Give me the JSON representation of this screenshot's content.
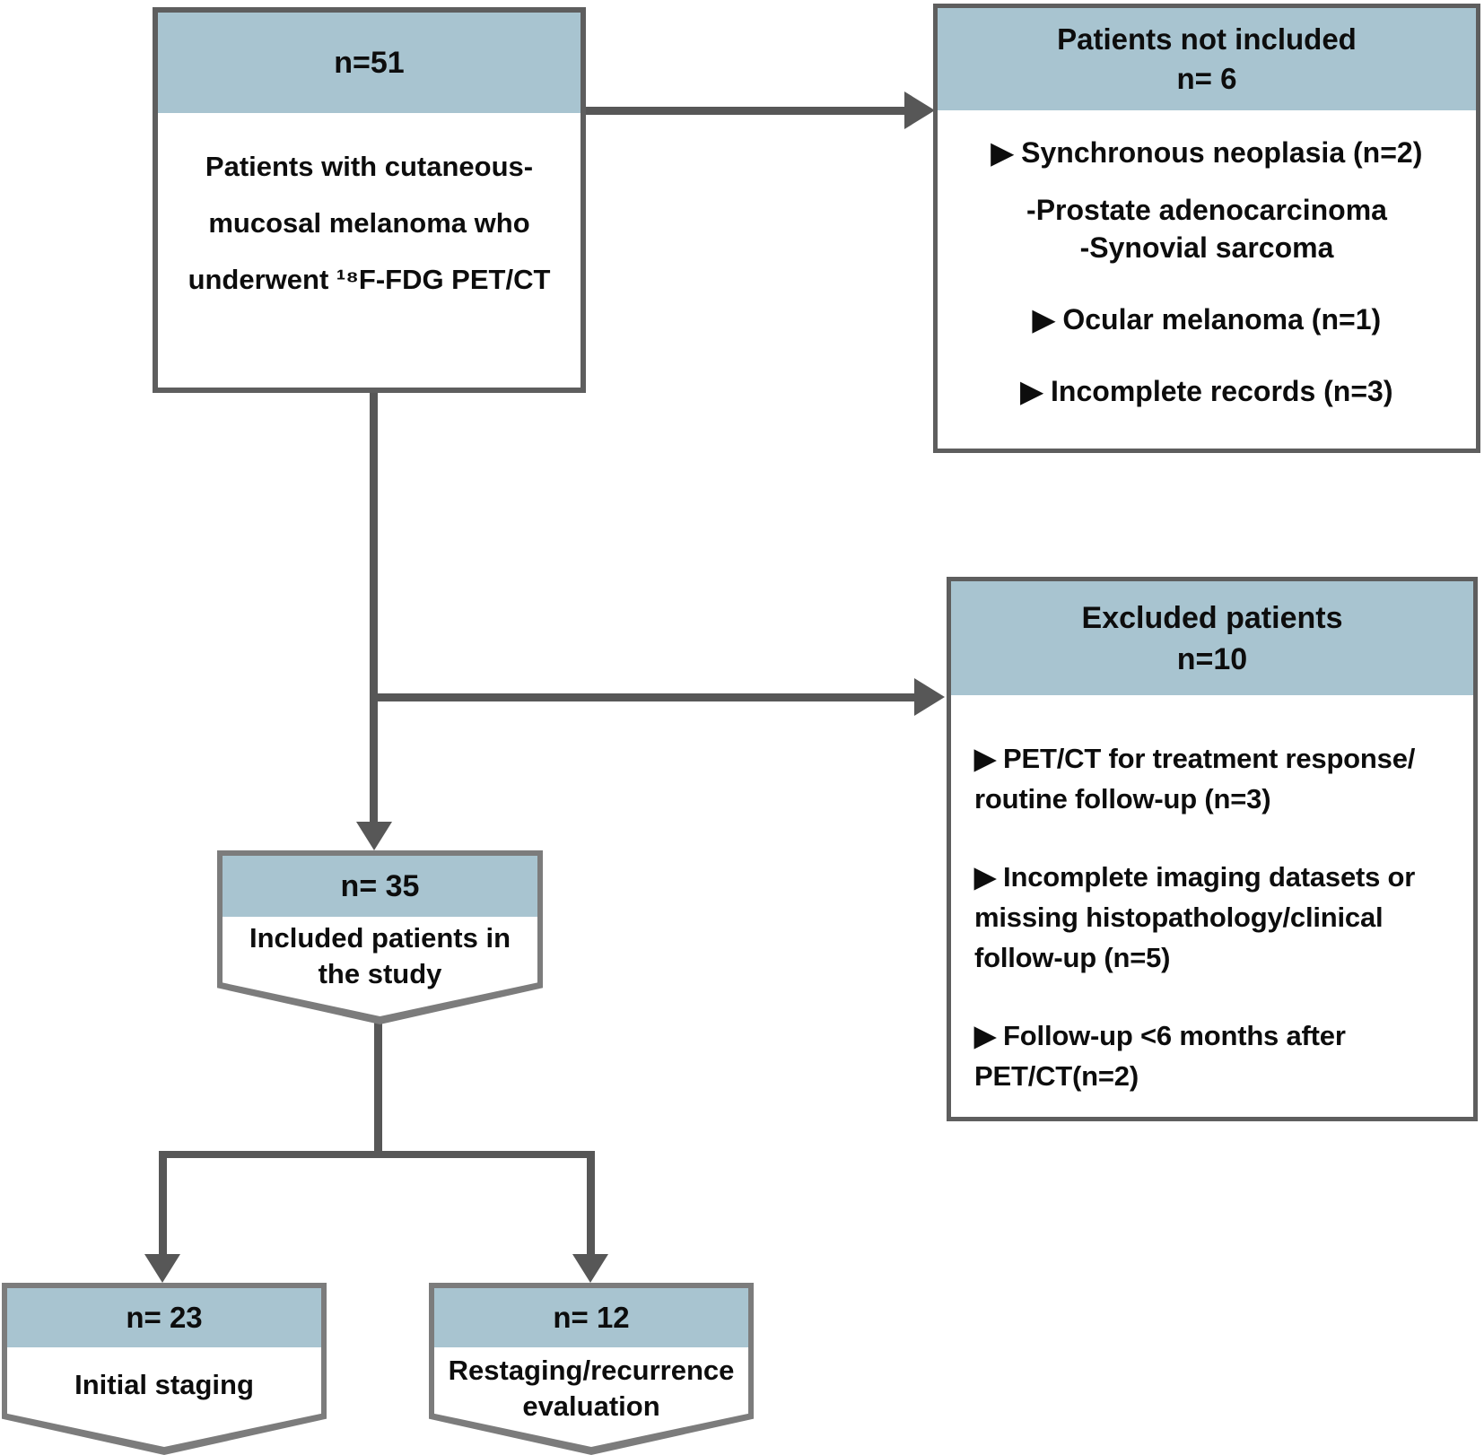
{
  "palette": {
    "header_fill": "#a8c4d0",
    "connector_gray": "#575757",
    "box_border_gray": "#5e5e5e",
    "pentagon_border_gray": "#7c7c7c",
    "text_color": "#0d0d0d",
    "background": "#ffffff"
  },
  "nodes": {
    "cohort": {
      "count": "n=51",
      "text": "Patients with cutaneous-\nmucosal melanoma who\nunderwent ¹⁸F-FDG PET/CT"
    },
    "not_included": {
      "title": "Patients not included\nn= 6",
      "items": {
        "synchronous": "▶ Synchronous neoplasia (n=2)",
        "prostate": "-Prostate adenocarcinoma",
        "synovial": "-Synovial sarcoma",
        "ocular": "▶ Ocular melanoma (n=1)",
        "incomplete_records": "▶ Incomplete records (n=3)"
      }
    },
    "excluded": {
      "title": "Excluded patients\nn=10",
      "items": {
        "treatment_response": "▶ PET/CT for treatment response/\nroutine follow-up (n=3)",
        "incomplete_datasets": "▶ Incomplete imaging datasets or\nmissing histopathology/clinical\nfollow-up (n=5)",
        "short_followup": "▶ Follow-up <6 months after\nPET/CT(n=2)"
      }
    },
    "included": {
      "count": "n= 35",
      "label": "Included patients in\nthe study"
    },
    "initial_staging": {
      "count": "n= 23",
      "label": "Initial staging"
    },
    "restaging": {
      "count": "n= 12",
      "label": "Restaging/recurrence\nevaluation"
    }
  }
}
